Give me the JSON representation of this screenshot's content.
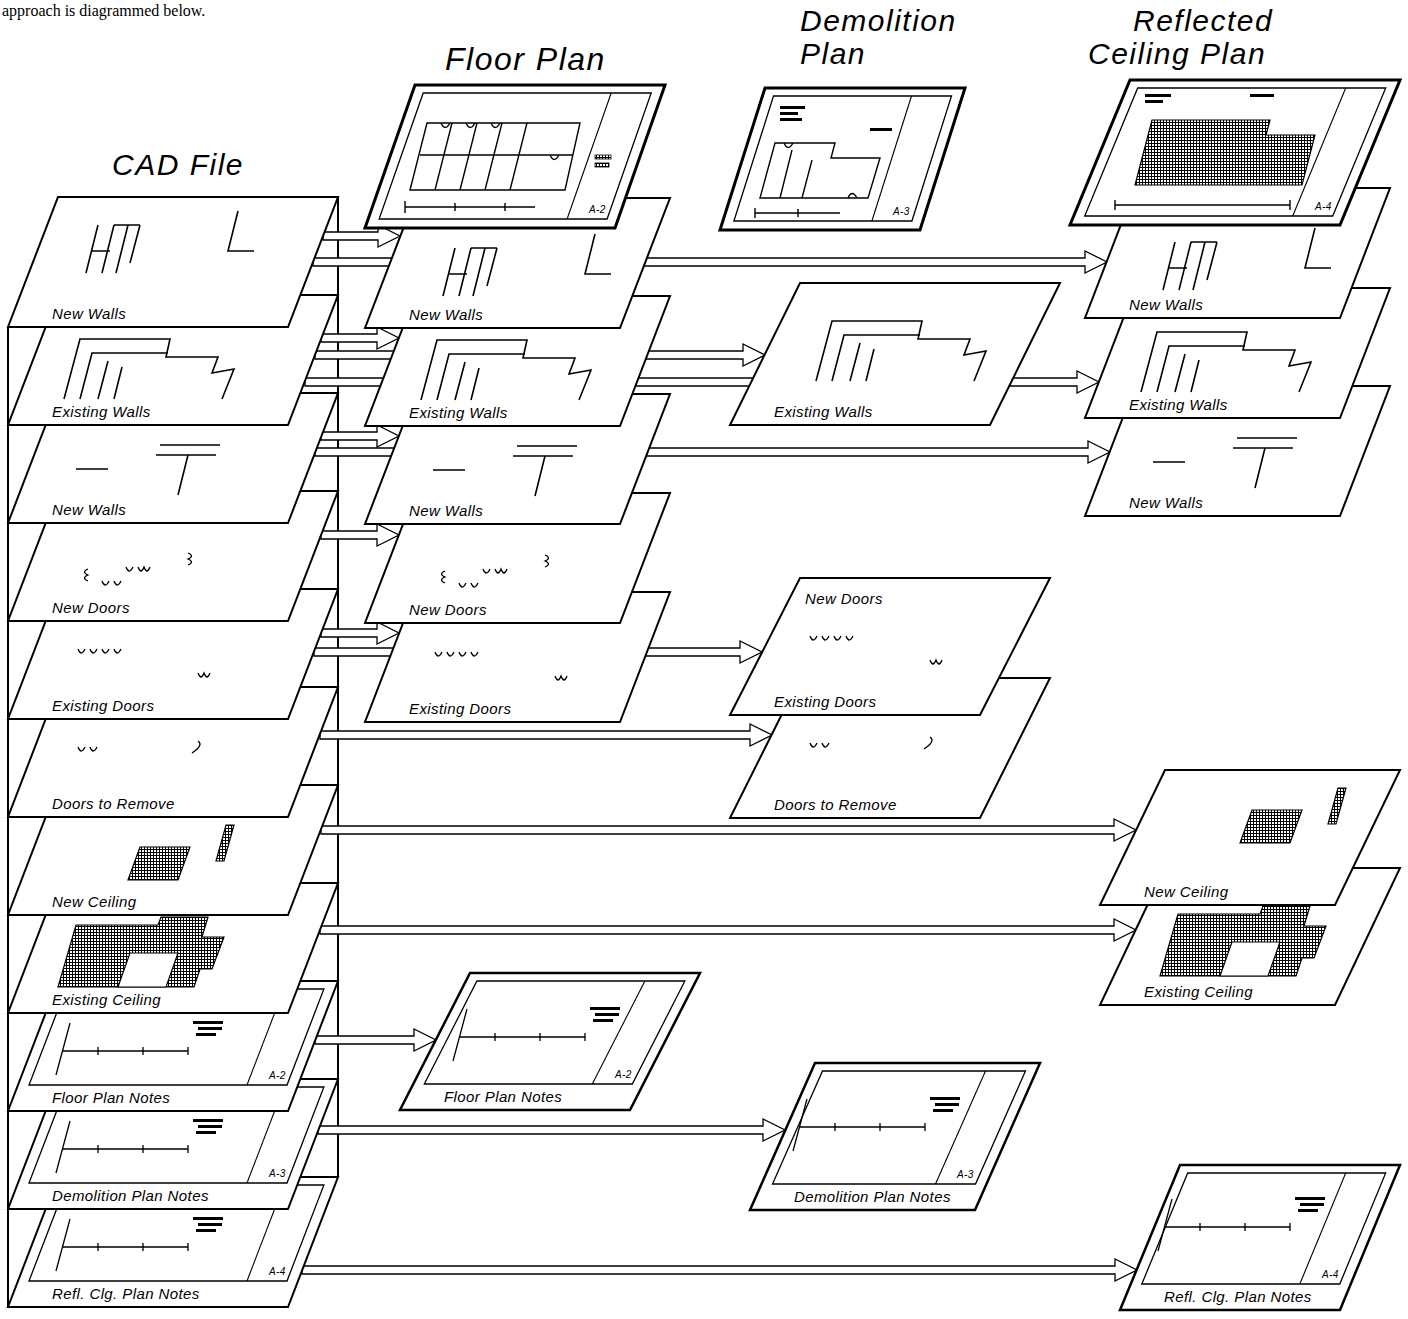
{
  "diagram": {
    "nodes": [
      {
        "text": [
          "New Walls"
        ]
      },
      {
        "text": [
          "Existing Walls"
        ]
      },
      {
        "text": [
          "New Walls"
        ]
      },
      {
        "text": [
          "New Doors"
        ]
      },
      {
        "text": [
          "Existing Doors"
        ]
      },
      {
        "text": [
          "Doors to Remove"
        ]
      },
      {
        "text": [
          "New Ceiling"
        ]
      },
      {
        "text": [
          "Existing Ceiling"
        ]
      },
      {
        "text": [
          "Floor Plan Notes",
          "A-2"
        ]
      },
      {
        "text": [
          "Demolition Plan Notes",
          "A-3"
        ]
      },
      {
        "text": [
          "Refl. Clg. Plan Notes",
          "A-4"
        ]
      },
      {
        "text": [
          "A-2"
        ]
      },
      {
        "text": [
          "New Walls"
        ]
      },
      {
        "text": [
          "Existing Walls"
        ]
      },
      {
        "text": [
          "New Walls"
        ]
      },
      {
        "text": [
          "New Doors"
        ]
      },
      {
        "text": [
          "Existing Doors"
        ]
      },
      {
        "text": [
          "Floor Plan Notes",
          "A-2"
        ]
      },
      {
        "text": [
          "A-3"
        ]
      },
      {
        "text": [
          "Existing Walls"
        ]
      },
      {
        "text": [
          "New Doors",
          "Existing Doors"
        ]
      },
      {
        "text": [
          "Doors to Remove"
        ]
      },
      {
        "text": [
          "Demolition Plan Notes",
          "A-3"
        ]
      },
      {
        "text": [
          "A-4"
        ]
      },
      {
        "text": [
          "New Walls"
        ]
      },
      {
        "text": [
          "Existing Walls"
        ]
      },
      {
        "text": [
          "New Walls"
        ]
      },
      {
        "text": [
          "New Ceiling"
        ]
      },
      {
        "text": [
          "Existing Ceiling"
        ]
      },
      {
        "text": [
          "Refl. Clg. Plan Notes",
          "A-4"
        ]
      }
    ],
    "edges": [
      {
        "from": 0,
        "to": 12,
        "arrow": "to"
      },
      {
        "from": 0,
        "to": 24,
        "arrow": "to"
      },
      {
        "from": 1,
        "to": 13,
        "arrow": "to"
      },
      {
        "from": 1,
        "to": 19,
        "arrow": "to"
      },
      {
        "from": 1,
        "to": 25,
        "arrow": "to"
      },
      {
        "from": 2,
        "to": 14,
        "arrow": "to"
      },
      {
        "from": 2,
        "to": 26,
        "arrow": "to"
      },
      {
        "from": 3,
        "to": 15,
        "arrow": "to"
      },
      {
        "from": 4,
        "to": 16,
        "arrow": "to"
      },
      {
        "from": 4,
        "to": 20,
        "arrow": "to"
      },
      {
        "from": 5,
        "to": 21,
        "arrow": "to"
      },
      {
        "from": 6,
        "to": 27,
        "arrow": "to"
      },
      {
        "from": 7,
        "to": 28,
        "arrow": "to"
      },
      {
        "from": 8,
        "to": 17,
        "arrow": "to"
      },
      {
        "from": 9,
        "to": 22,
        "arrow": "to"
      },
      {
        "from": 10,
        "to": 29,
        "arrow": "to"
      }
    ],
    "labels": [
      "approach is diagrammed below.",
      "CAD File",
      "Floor Plan",
      "Demolition Plan",
      "Reflected Ceiling Plan"
    ]
  }
}
